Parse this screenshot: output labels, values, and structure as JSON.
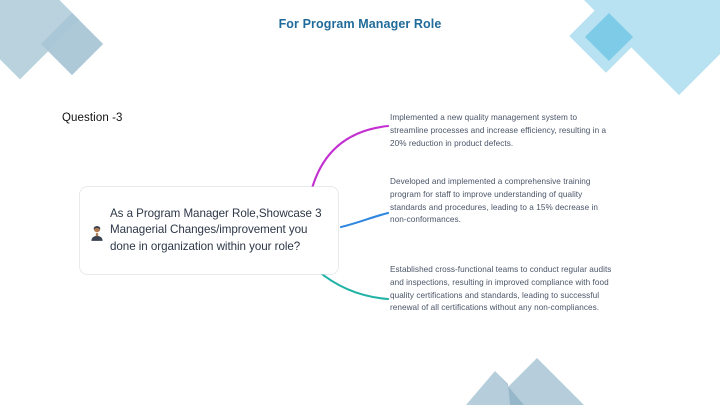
{
  "slide": {
    "title": "For Program Manager Role",
    "question_label": "Question -3",
    "title_color": "#1f6b9a"
  },
  "question_card": {
    "icon": "person-bust-icon",
    "text": "As a Program Manager Role,Showcase 3 Managerial Changes/improvement you done in organization within your role?"
  },
  "answers": [
    {
      "text": "Implemented a new quality management system to streamline processes and increase efficiency, resulting in a 20% reduction in product defects.",
      "connector_color": "#c32fd0"
    },
    {
      "text": "Developed and implemented a comprehensive training program for staff to improve understanding of quality standards and procedures, leading to a 15% decrease in non-conformances.",
      "connector_color": "#2f86de"
    },
    {
      "text": "Established cross-functional teams to conduct regular audits and inspections, resulting in improved compliance with food quality certifications and standards, leading to successful renewal of all certifications without any non-compliances.",
      "connector_color": "#21b3a6"
    }
  ],
  "decorations": {
    "top_left_diamond_large": "#b9d2de",
    "top_left_diamond_small": "#a9c6d6",
    "top_left_overlap": "#8db3c8",
    "top_right_large": "#b8e2f2",
    "top_right_diamond": "#b8e2f2",
    "top_right_overlap": "#7ecbe8",
    "bottom_mountain_large": "#b6cedb",
    "bottom_mountain_small": "#b6cedb",
    "bottom_mountain_overlap": "#8fb2c5"
  }
}
